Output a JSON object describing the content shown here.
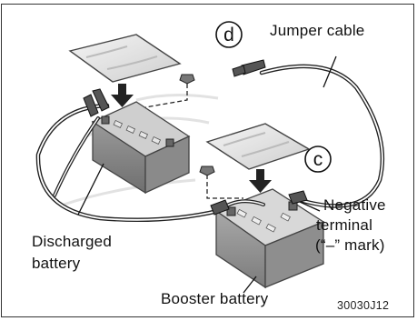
{
  "labels": {
    "jumper_cable": "Jumper cable",
    "negative_terminal_line1": "Negative",
    "negative_terminal_line2": "terminal",
    "negative_terminal_line3": "(“–”  mark)",
    "discharged_battery_line1": "Discharged",
    "discharged_battery_line2": "battery",
    "booster_battery": "Booster  battery"
  },
  "markers": {
    "d": "d",
    "c": "c"
  },
  "figure_code": "30030J12"
}
